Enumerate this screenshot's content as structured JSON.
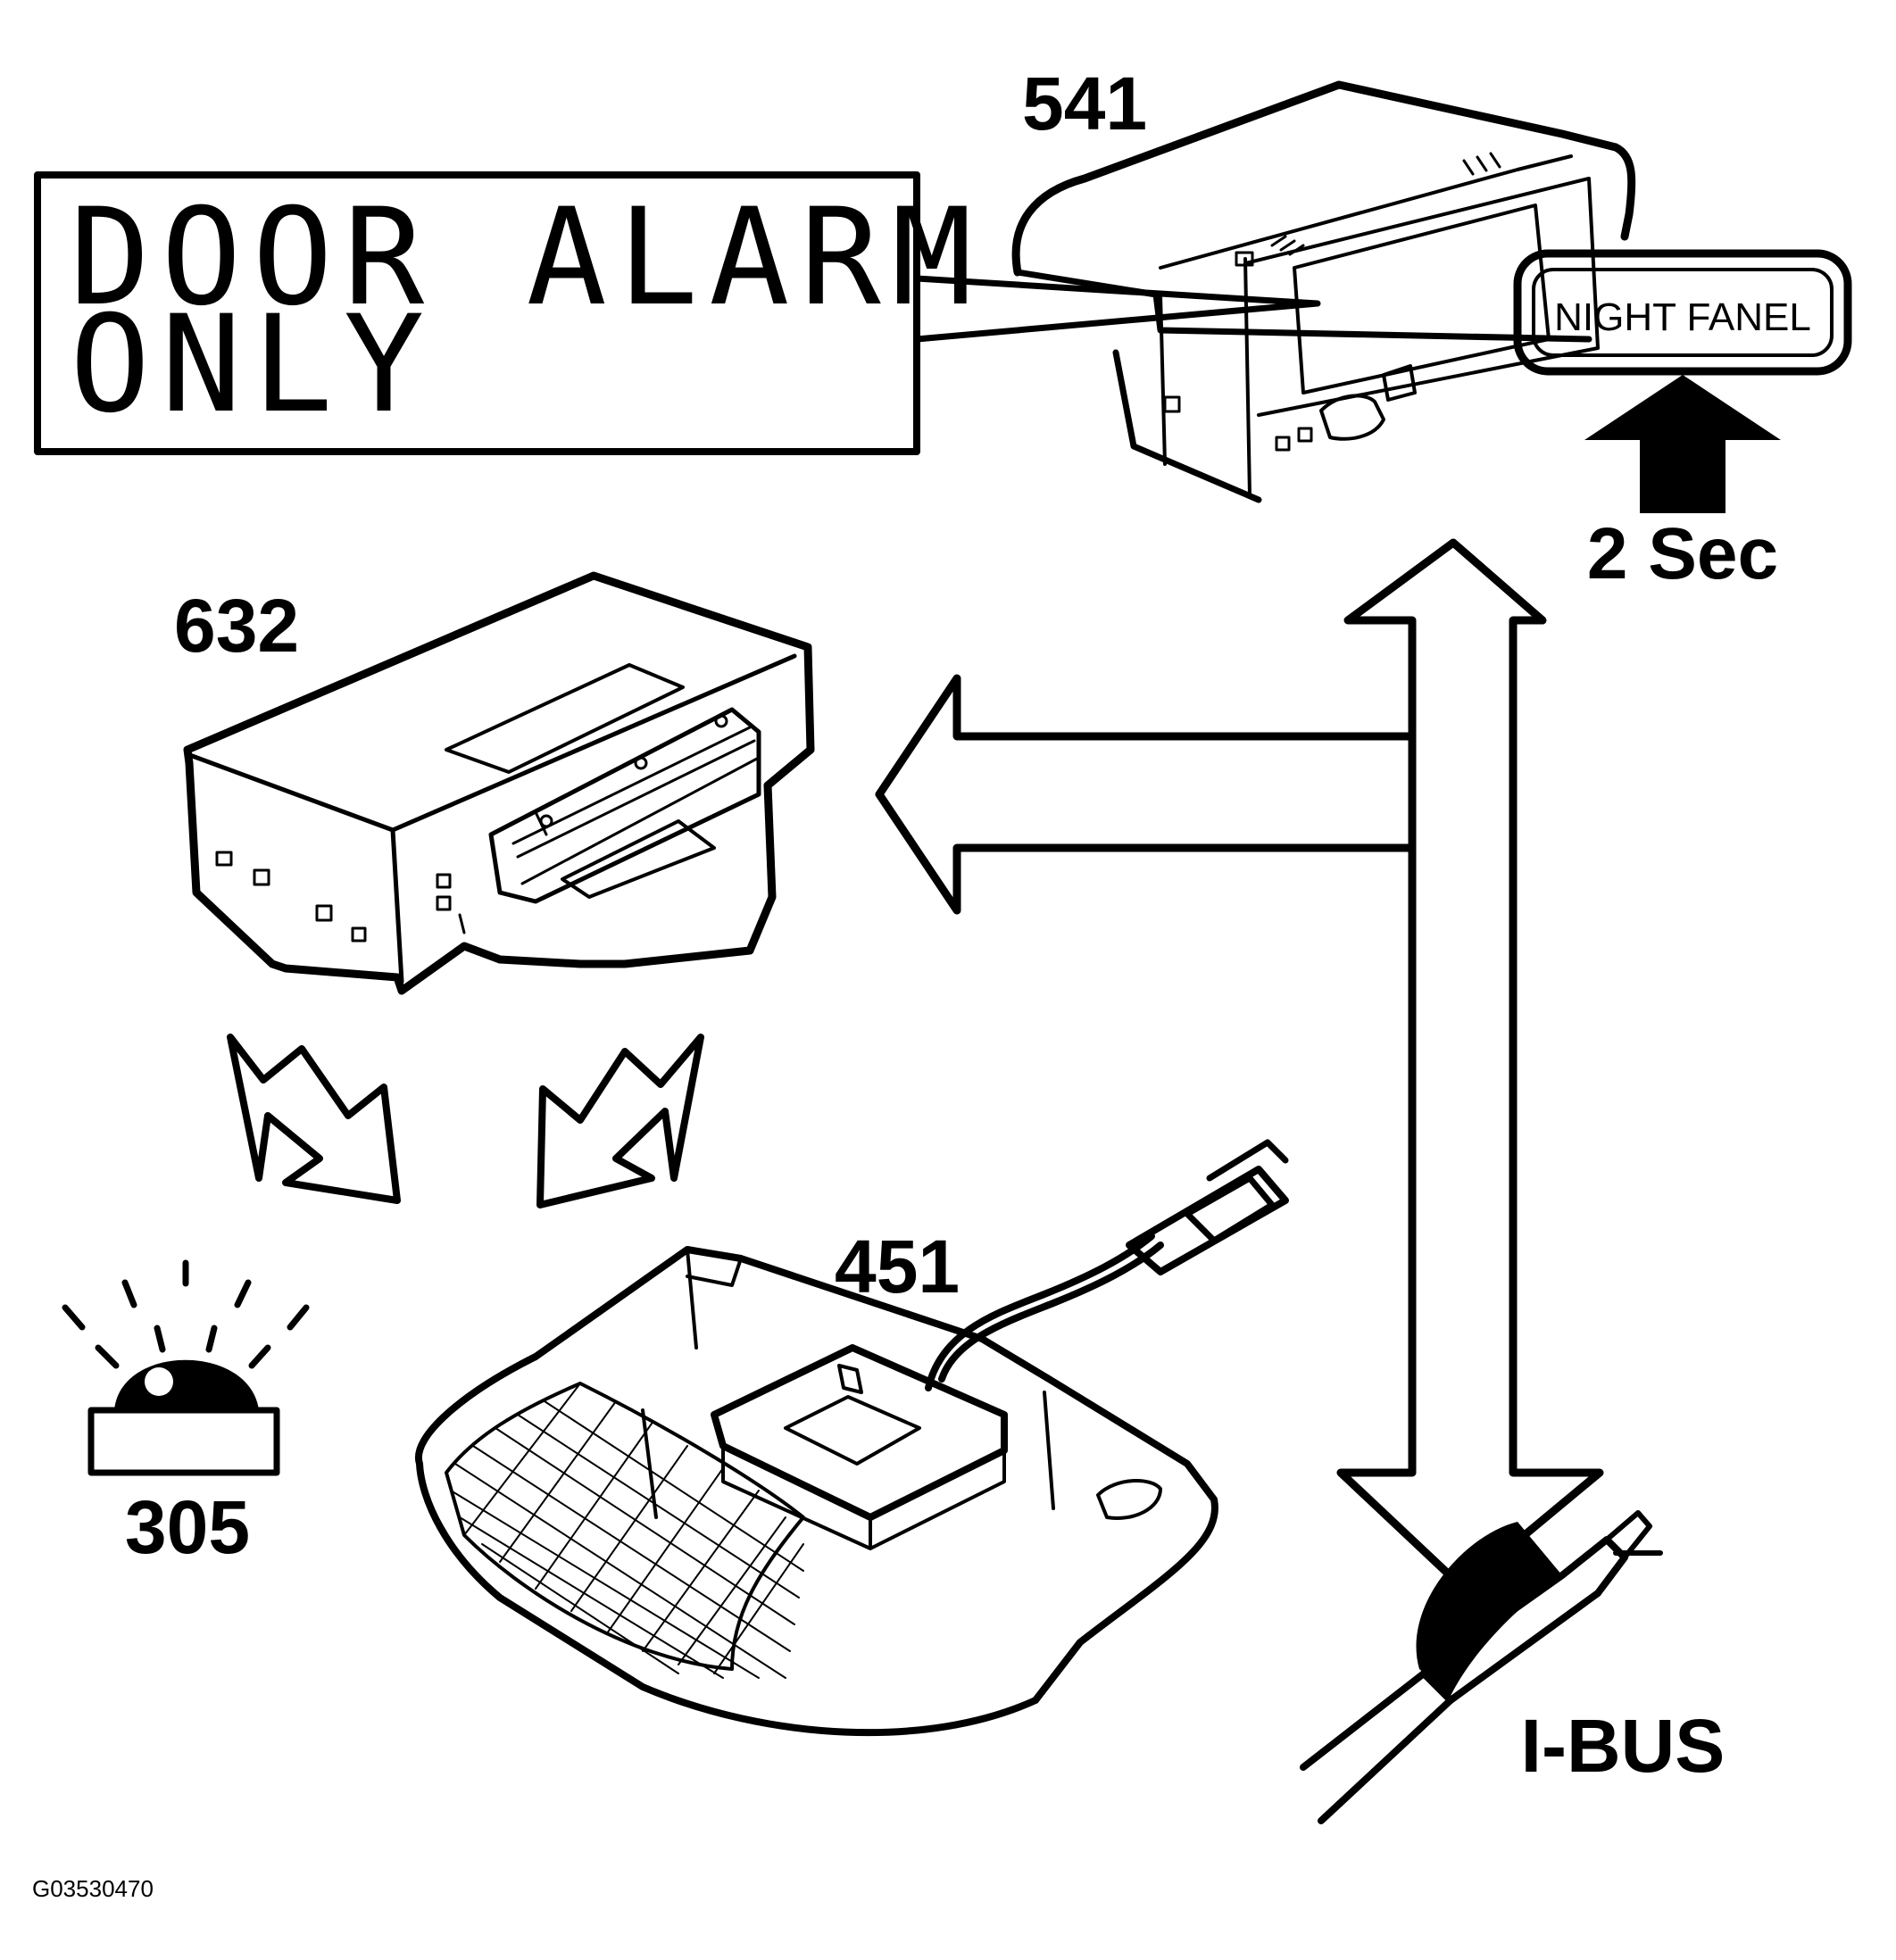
{
  "display": {
    "line1": "DOOR ALARM",
    "line2": "ONLY"
  },
  "components": {
    "instrument_cluster": "541",
    "control_module": "632",
    "interior_light": "451",
    "alarm_led": "305"
  },
  "button": {
    "label": "NIGHT FANEL",
    "hold_time": "2 Sec"
  },
  "bus": {
    "label": "I-BUS"
  },
  "figure_id": "G03530470"
}
